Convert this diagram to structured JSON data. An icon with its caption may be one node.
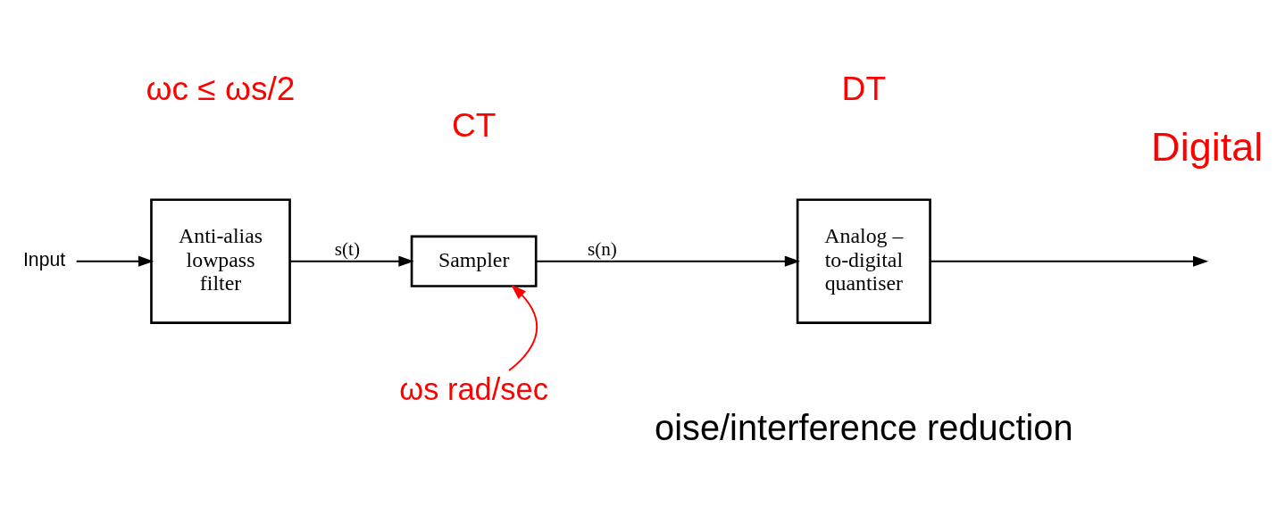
{
  "diagram": {
    "nodes": [
      {
        "text": [
          "Input"
        ]
      },
      {
        "text": [
          "Anti-alias lowpass filter"
        ]
      },
      {
        "text": [
          "Sampler"
        ]
      },
      {
        "text": [
          "Analog – to-digital quantiser"
        ]
      },
      {
        "text": [
          "ωs rad/sec"
        ]
      }
    ],
    "edges": [
      {
        "from": 0,
        "to": 1,
        "arrow": "to"
      },
      {
        "from": 1,
        "to": 2,
        "arrow": "to",
        "label": "s(t)"
      },
      {
        "from": 2,
        "to": 3,
        "arrow": "to",
        "label": "s(n)"
      },
      {
        "from": 3,
        "to": null,
        "arrow": "to"
      },
      {
        "from": 4,
        "to": 2,
        "arrow": "to",
        "color": "#ff0000"
      }
    ],
    "labels": [
      "ωc ≤ ωs/2",
      "CT",
      "DT",
      "Digital",
      "oise/interference reduction"
    ]
  }
}
